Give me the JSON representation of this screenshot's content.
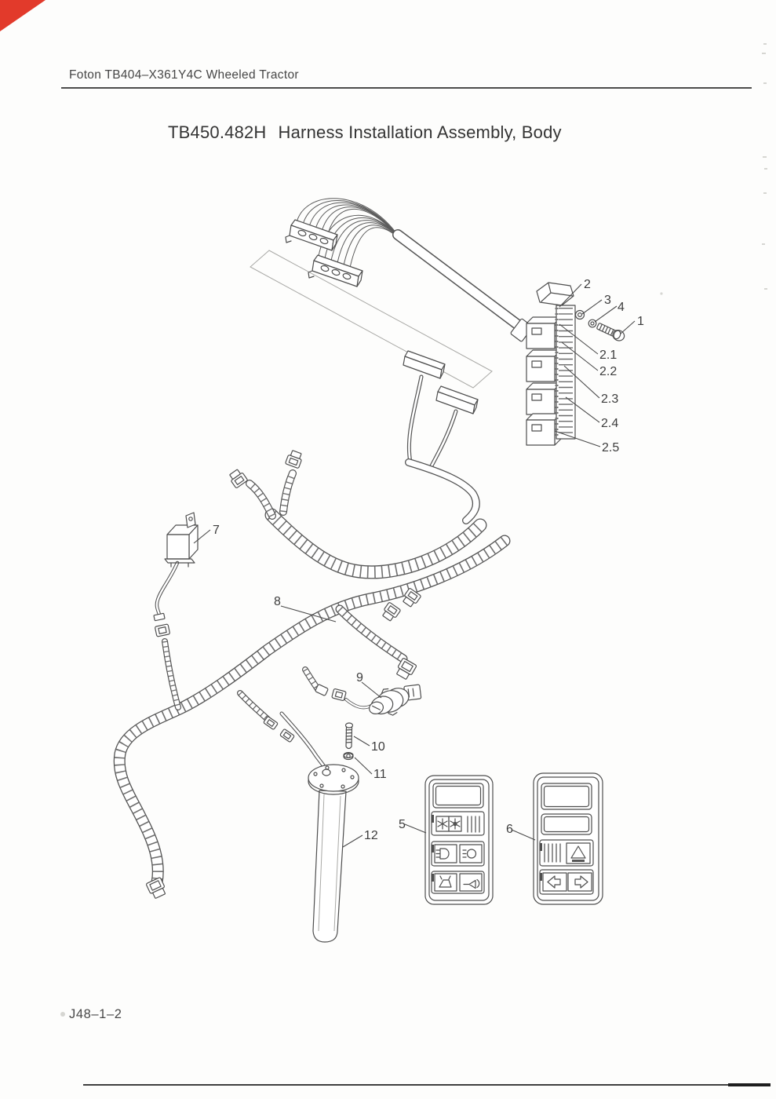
{
  "page": {
    "header_text": "Foton TB404–X361Y4C Wheeled Tractor",
    "title_code": "TB450.482H",
    "title_name": "Harness Installation Assembly, Body",
    "footer_code": "J48–1–2"
  },
  "colors": {
    "corner_accent_red": "#e23a2b",
    "ink": "#3d3d3d",
    "line_work": "#4e4e4e"
  },
  "diagram": {
    "callouts": [
      {
        "label": "2"
      },
      {
        "label": "3"
      },
      {
        "label": "4"
      },
      {
        "label": "1"
      },
      {
        "label": "2.1"
      },
      {
        "label": "2.2"
      },
      {
        "label": "2.3"
      },
      {
        "label": "2.4"
      },
      {
        "label": "2.5"
      },
      {
        "label": "7"
      },
      {
        "label": "8"
      },
      {
        "label": "9"
      },
      {
        "label": "10"
      },
      {
        "label": "11"
      },
      {
        "label": "12"
      },
      {
        "label": "5"
      },
      {
        "label": "6"
      }
    ],
    "switch_panel_5_icons": [
      "blank-rocker",
      "blower-fan-icon",
      "vent-ribs-icon",
      "headlight-icon",
      "position-light-icon",
      "work-lamp-icon",
      "horn-icon"
    ],
    "switch_panel_6_icons": [
      "blank-rocker",
      "blank-rocker",
      "vent-ribs-icon",
      "hazard-triangle-icon",
      "turn-left-arrow-icon",
      "turn-right-arrow-icon"
    ]
  }
}
